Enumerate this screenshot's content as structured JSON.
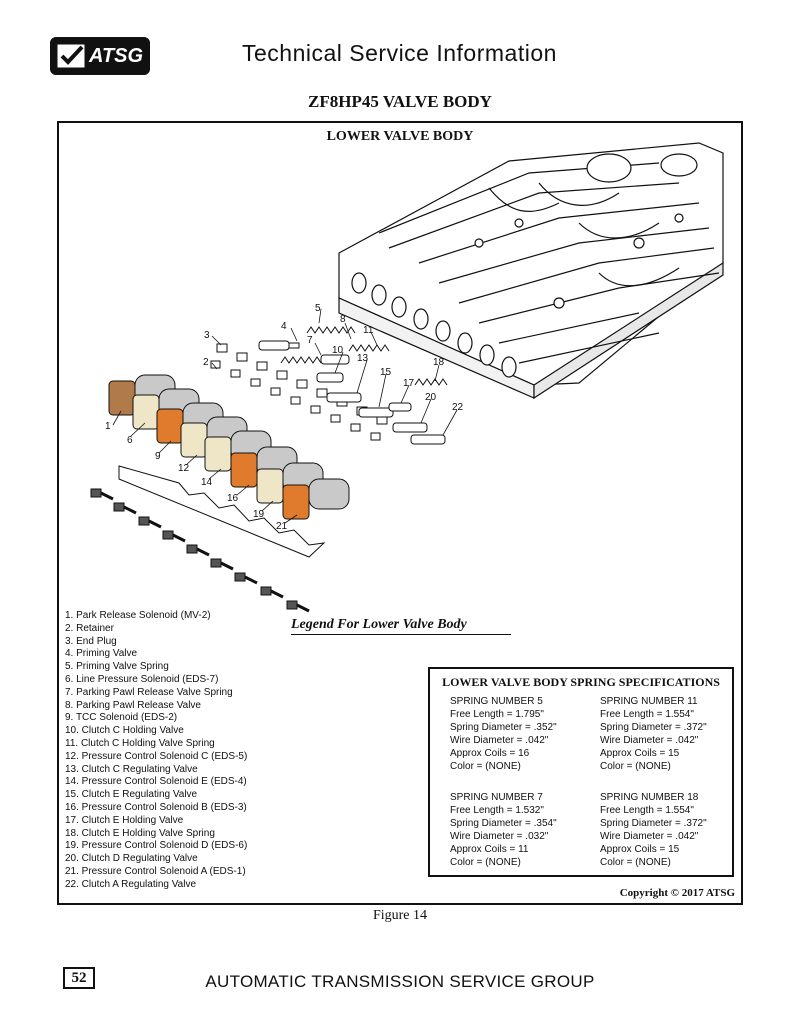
{
  "header": {
    "logo_text": "ATSG",
    "title": "Technical Service Information"
  },
  "document": {
    "title": "ZF8HP45 VALVE BODY"
  },
  "figure": {
    "heading": "LOWER VALVE BODY",
    "callouts": [
      "1",
      "2",
      "3",
      "4",
      "5",
      "6",
      "7",
      "8",
      "9",
      "10",
      "11",
      "12",
      "13",
      "14",
      "15",
      "16",
      "17",
      "18",
      "19",
      "20",
      "21",
      "22"
    ],
    "legend_title": "Legend For Lower Valve Body",
    "legend_items": [
      "1.  Park Release Solenoid (MV-2)",
      "2.  Retainer",
      "3.  End Plug",
      "4.  Priming Valve",
      "5.  Priming Valve Spring",
      "6.  Line Pressure Solenoid (EDS-7)",
      "7.  Parking Pawl Release Valve Spring",
      "8.  Parking Pawl Release Valve",
      "9.  TCC Solenoid (EDS-2)",
      "10. Clutch C Holding Valve",
      "11. Clutch C Holding Valve Spring",
      "12. Pressure Control Solenoid C (EDS-5)",
      "13. Clutch C Regulating Valve",
      "14. Pressure Control Solenoid E (EDS-4)",
      "15. Clutch E Regulating Valve",
      "16. Pressure Control Solenoid B (EDS-3)",
      "17. Clutch E Holding Valve",
      "18. Clutch E Holding Valve Spring",
      "19. Pressure Control Solenoid D (EDS-6)",
      "20. Clutch D Regulating Valve",
      "21. Pressure Control Solenoid A (EDS-1)",
      "22. Clutch A Regulating Valve"
    ],
    "spring_specs": {
      "heading": "LOWER VALVE BODY SPRING SPECIFICATIONS",
      "springs": [
        {
          "label": "SPRING NUMBER 5",
          "free_length": "Free Length = 1.795\"",
          "spring_diameter": "Spring Diameter = .352\"",
          "wire_diameter": "Wire Diameter = .042\"",
          "coils": "Approx Coils = 16",
          "color": "Color = (NONE)"
        },
        {
          "label": "SPRING NUMBER 11",
          "free_length": "Free Length = 1.554\"",
          "spring_diameter": "Spring Diameter = .372\"",
          "wire_diameter": "Wire Diameter = .042\"",
          "coils": "Approx Coils = 15",
          "color": "Color = (NONE)"
        },
        {
          "label": "SPRING NUMBER 7",
          "free_length": "Free Length = 1.532\"",
          "spring_diameter": "Spring Diameter = .354\"",
          "wire_diameter": "Wire Diameter = .032\"",
          "coils": "Approx Coils = 11",
          "color": "Color = (NONE)"
        },
        {
          "label": "SPRING NUMBER 18",
          "free_length": "Free Length = 1.554\"",
          "spring_diameter": "Spring Diameter = .372\"",
          "wire_diameter": "Wire Diameter = .042\"",
          "coils": "Approx Coils = 15",
          "color": "Color = (NONE)"
        }
      ]
    },
    "copyright": "Copyright © 2017 ATSG",
    "caption": "Figure 14"
  },
  "footer": {
    "page_number": "52",
    "text": "AUTOMATIC TRANSMISSION SERVICE GROUP"
  },
  "colors": {
    "solenoid_orange": "#e07a2c",
    "solenoid_tan": "#b07a4a",
    "solenoid_cream": "#efe6c8",
    "solenoid_body_gray": "#c9c9c9",
    "line": "#111111"
  }
}
